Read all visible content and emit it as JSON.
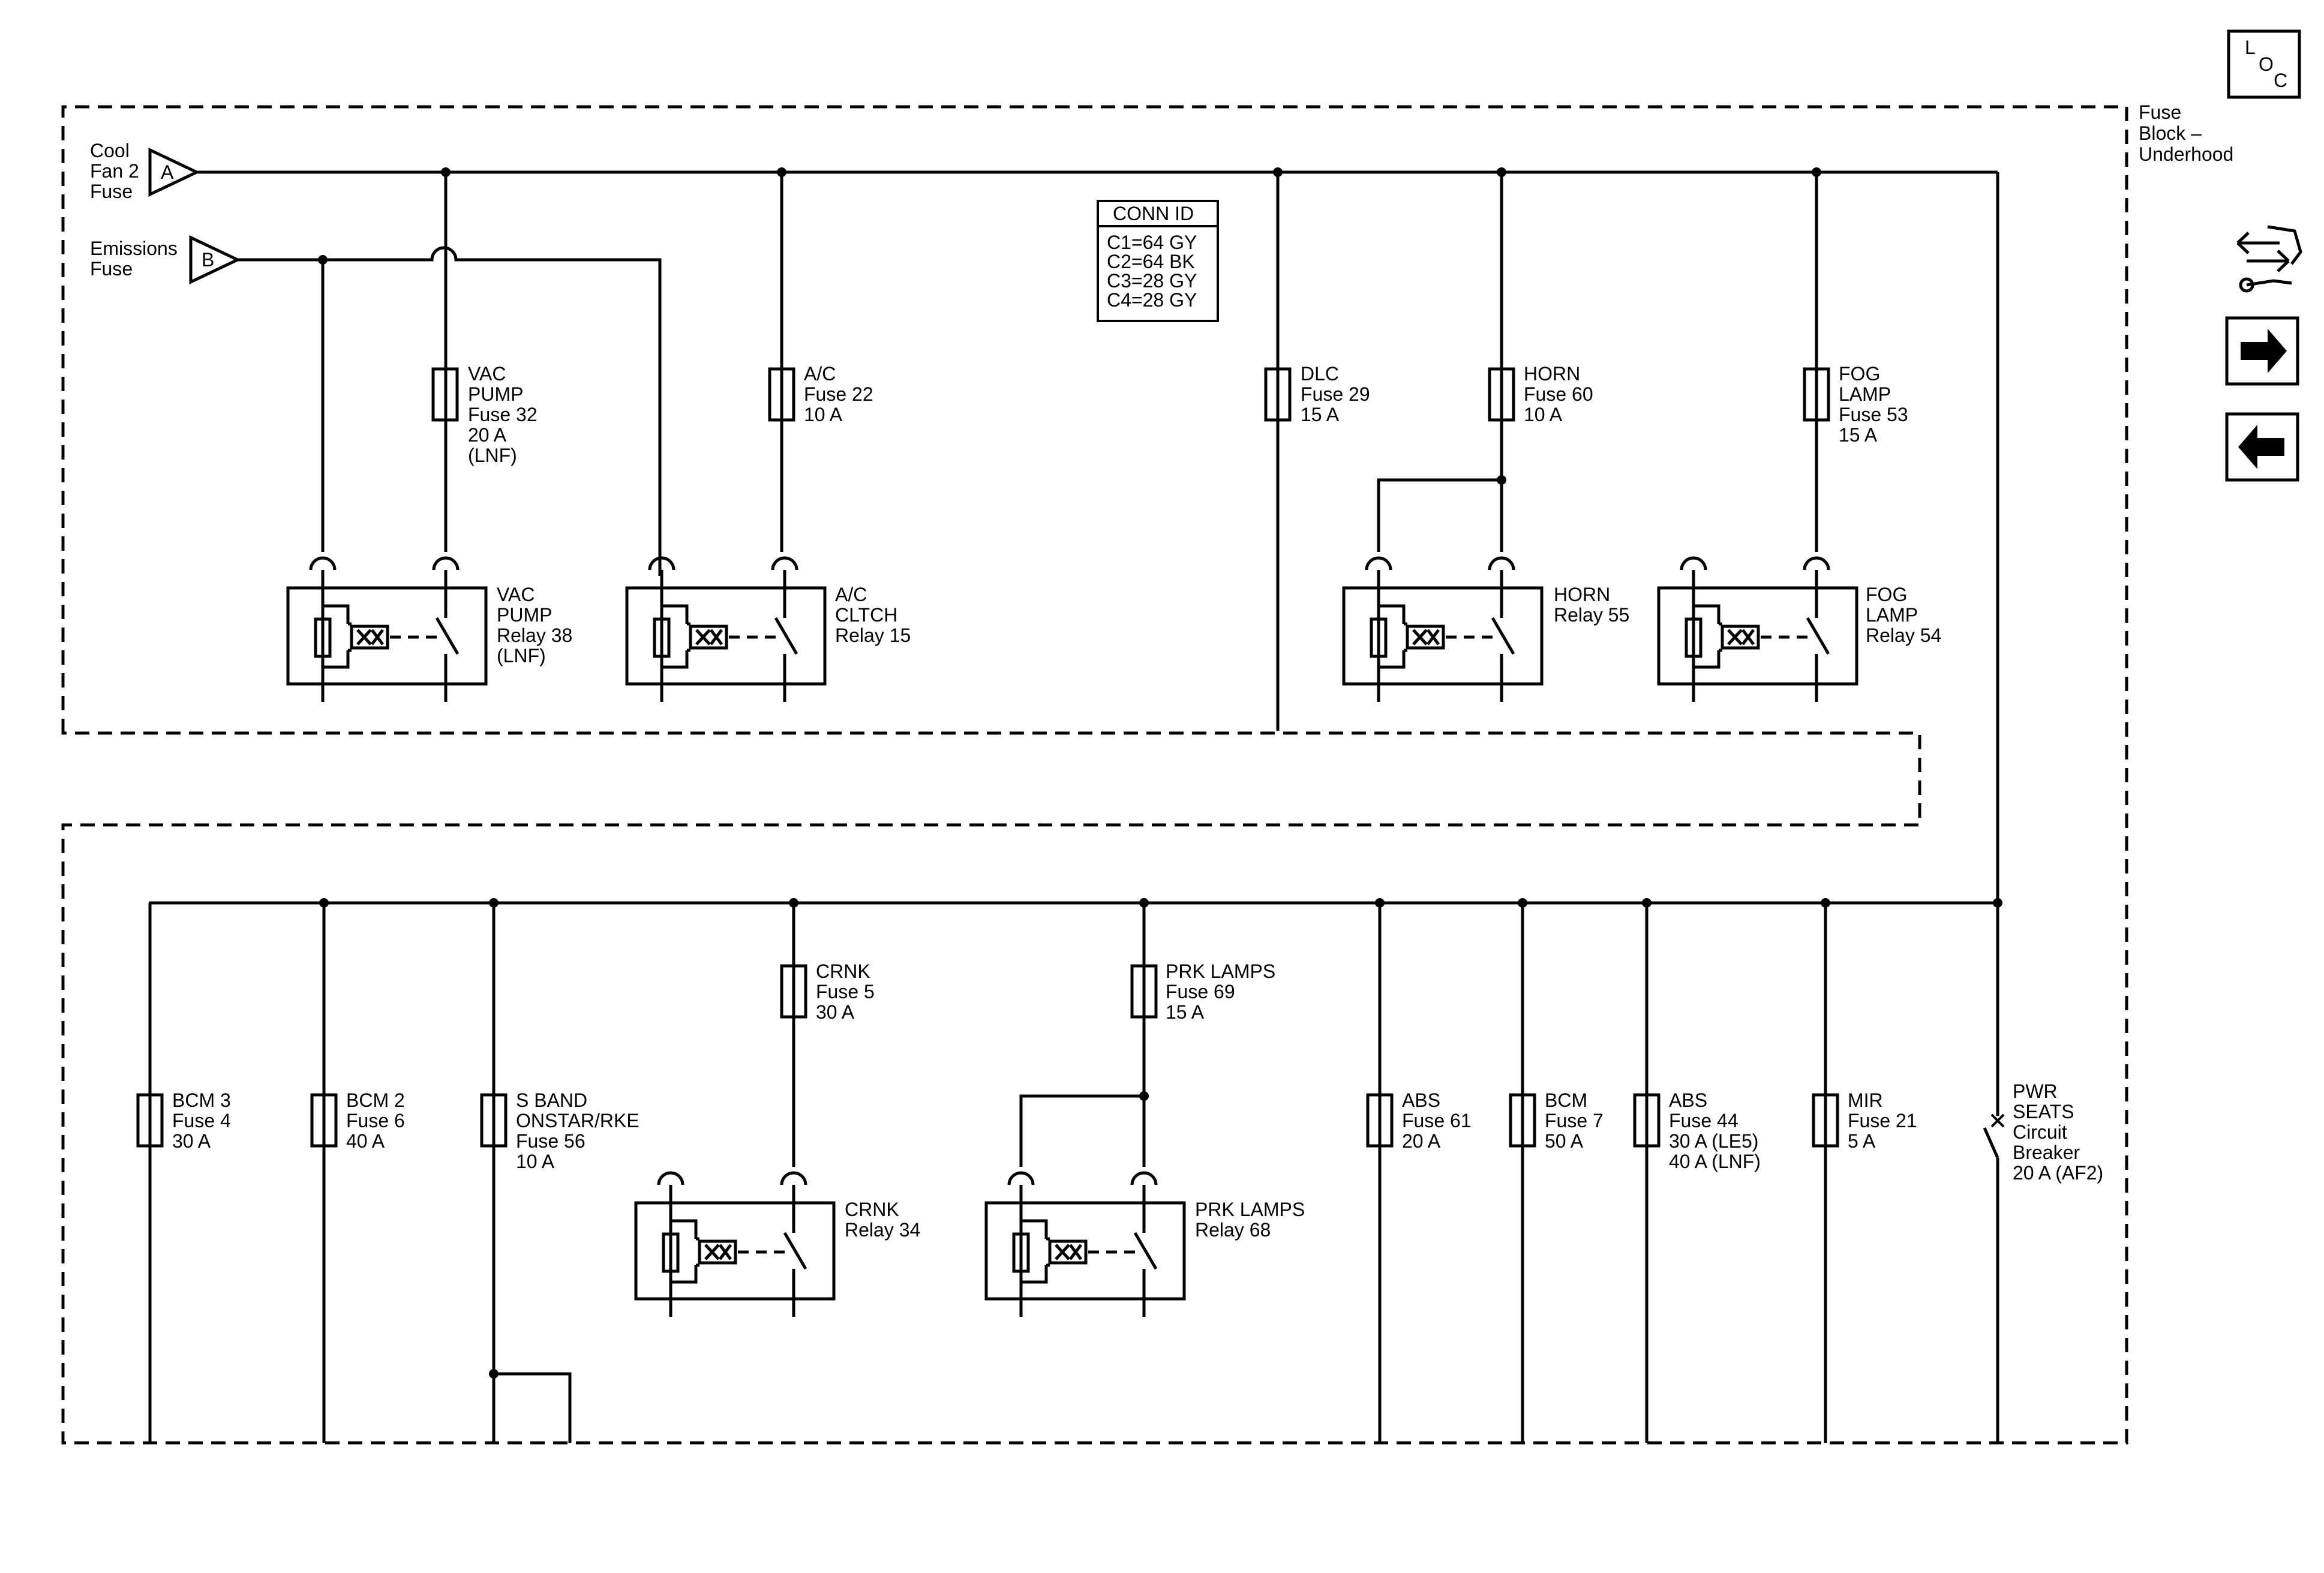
{
  "block_label": [
    "Fuse",
    "Block –",
    "Underhood"
  ],
  "loc_label": {
    "l": "L",
    "o": "O",
    "c": "C"
  },
  "sources": {
    "a": {
      "lines": [
        "Cool",
        "Fan 2",
        "Fuse"
      ],
      "letter": "A"
    },
    "b": {
      "lines": [
        "Emissions",
        "Fuse"
      ],
      "letter": "B"
    }
  },
  "conn_id": {
    "title": "CONN ID",
    "rows": [
      "C1=64 GY",
      "C2=64 BK",
      "C3=28 GY",
      "C4=28 GY"
    ]
  },
  "fuses_top": [
    {
      "id": "vac-pump",
      "lines": [
        "VAC",
        "PUMP",
        "Fuse 32",
        "20 A",
        "(LNF)"
      ]
    },
    {
      "id": "ac",
      "lines": [
        "A/C",
        "Fuse 22",
        "10 A"
      ]
    },
    {
      "id": "dlc",
      "lines": [
        "DLC",
        "Fuse 29",
        "15 A"
      ]
    },
    {
      "id": "horn",
      "lines": [
        "HORN",
        "Fuse 60",
        "10 A"
      ]
    },
    {
      "id": "fog-lamp",
      "lines": [
        "FOG",
        "LAMP",
        "Fuse 53",
        "15 A"
      ]
    }
  ],
  "relays_top": [
    {
      "id": "vac-pump",
      "lines": [
        "VAC",
        "PUMP",
        "Relay 38",
        "(LNF)"
      ]
    },
    {
      "id": "ac-clutch",
      "lines": [
        "A/C",
        "CLTCH",
        "Relay 15"
      ]
    },
    {
      "id": "horn",
      "lines": [
        "HORN",
        "Relay 55"
      ]
    },
    {
      "id": "fog-lamp",
      "lines": [
        "FOG",
        "LAMP",
        "Relay 54"
      ]
    }
  ],
  "fuses_bottom": [
    {
      "id": "bcm-3",
      "lines": [
        "BCM 3",
        "Fuse 4",
        "30 A"
      ]
    },
    {
      "id": "bcm-2",
      "lines": [
        "BCM 2",
        "Fuse 6",
        "40 A"
      ]
    },
    {
      "id": "s-band",
      "lines": [
        "S BAND",
        "ONSTAR/RKE",
        "Fuse 56",
        "10 A"
      ]
    },
    {
      "id": "crnk",
      "lines": [
        "CRNK",
        "Fuse 5",
        "30 A"
      ]
    },
    {
      "id": "prk-lamps",
      "lines": [
        "PRK LAMPS",
        "Fuse 69",
        "15 A"
      ]
    },
    {
      "id": "abs-61",
      "lines": [
        "ABS",
        "Fuse 61",
        "20 A"
      ]
    },
    {
      "id": "bcm-7",
      "lines": [
        "BCM",
        "Fuse 7",
        "50 A"
      ]
    },
    {
      "id": "abs-44",
      "lines": [
        "ABS",
        "Fuse 44",
        "30 A (LE5)",
        "40 A (LNF)"
      ]
    },
    {
      "id": "mir",
      "lines": [
        "MIR",
        "Fuse 21",
        "5 A"
      ]
    }
  ],
  "relays_bottom": [
    {
      "id": "crnk",
      "lines": [
        "CRNK",
        "Relay 34"
      ]
    },
    {
      "id": "prk-lamps",
      "lines": [
        "PRK LAMPS",
        "Relay 68"
      ]
    }
  ],
  "breaker": {
    "lines": [
      "PWR",
      "SEATS",
      "Circuit",
      "Breaker",
      "20 A (AF2)"
    ]
  },
  "nav_icons": [
    "connector-wrench-icon",
    "next-page-icon",
    "previous-page-icon"
  ]
}
